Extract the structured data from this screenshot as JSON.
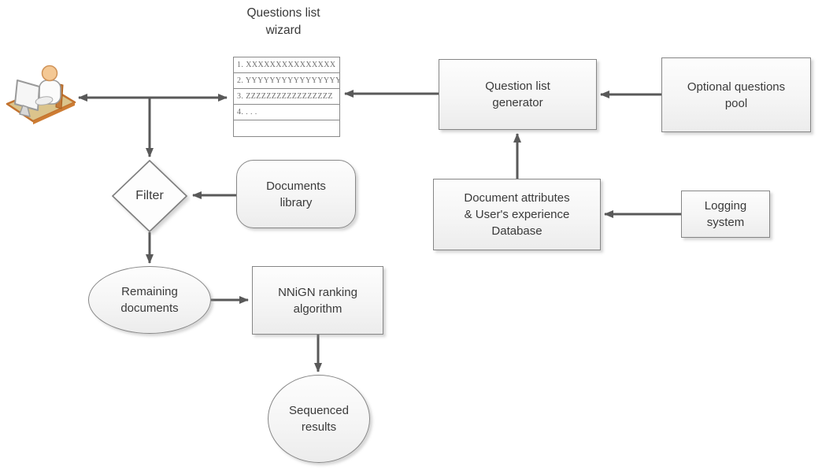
{
  "diagram_title": {
    "line1": "Questions list",
    "line2": "wizard"
  },
  "questions_list": {
    "rows": [
      "1. XXXXXXXXXXXXXXX",
      "2. YYYYYYYYYYYYYYYY",
      "3. ZZZZZZZZZZZZZZZZZ",
      "4.  . . .",
      ""
    ]
  },
  "nodes": {
    "question_list_generator": {
      "line1": "Question list",
      "line2": "generator"
    },
    "optional_questions_pool": {
      "line1": "Optional questions",
      "line2": "pool"
    },
    "document_attributes_db": {
      "line1": "Document attributes",
      "line2": "& User's experience",
      "line3": "Database"
    },
    "logging_system": {
      "line1": "Logging",
      "line2": "system"
    },
    "filter": {
      "label": "Filter"
    },
    "documents_library": {
      "line1": "Documents",
      "line2": "library"
    },
    "remaining_documents": {
      "line1": "Remaining",
      "line2": "documents"
    },
    "nnign_ranking_algorithm": {
      "line1": "NNiGN ranking",
      "line2": "algorithm"
    },
    "sequenced_results": {
      "line1": "Sequenced",
      "line2": "results"
    }
  },
  "icons": {
    "user": "person-at-computer-icon"
  },
  "colors": {
    "node_border": "#868686",
    "node_fill_top": "#fdfdfd",
    "node_fill_bottom": "#ececec",
    "arrow": "#595959",
    "label_text": "#3a3a3a",
    "list_text": "#6e6e6e",
    "desk_fill": "#dbc48c",
    "desk_edge": "#c2722e",
    "skin": "#f4c894"
  }
}
